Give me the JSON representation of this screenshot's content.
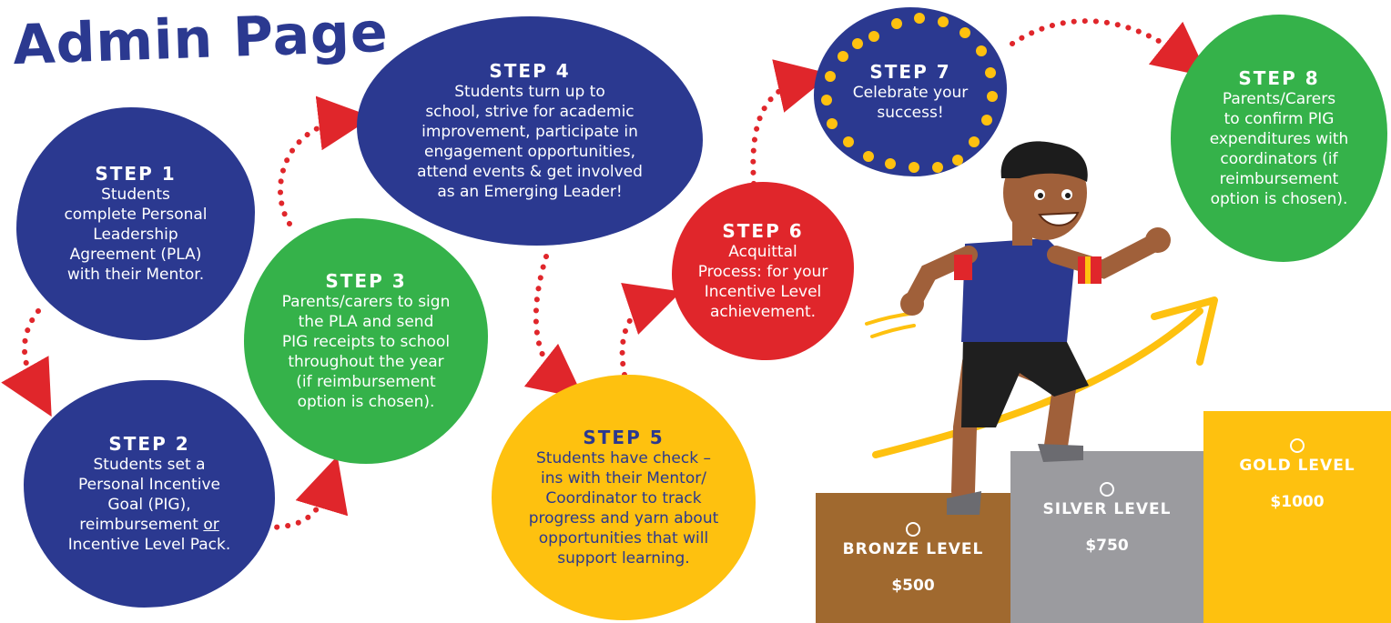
{
  "title": "Admin Page",
  "colors": {
    "navy": "#2b3990",
    "green": "#35b24a",
    "yellow": "#fec10f",
    "red": "#e0262b",
    "bronze": "#a0692f",
    "silver": "#9b9b9f",
    "gold": "#fec10f"
  },
  "steps": [
    {
      "label": "STEP 1",
      "text": "Students\ncomplete Personal\nLeadership\nAgreement (PLA)\nwith their Mentor."
    },
    {
      "label": "STEP 2",
      "text_before": "Students set a\nPersonal Incentive\nGoal (PIG),\nreimbursement ",
      "text_underline": "or",
      "text_after": "\nIncentive Level Pack."
    },
    {
      "label": "STEP 3",
      "text": "Parents/carers to sign\nthe PLA and send\nPIG receipts to school\nthroughout the year\n(if reimbursement\noption is chosen)."
    },
    {
      "label": "STEP 4",
      "text": "Students turn up to\nschool, strive for academic\nimprovement, participate in\nengagement opportunities,\nattend events & get involved\nas an Emerging Leader!"
    },
    {
      "label": "STEP 5",
      "text": "Students have check –\nins with their Mentor/\nCoordinator to track\nprogress and yarn about\nopportunities that will\nsupport learning."
    },
    {
      "label": "STEP 6",
      "text": "Acquittal\nProcess: for your\nIncentive Level\nachievement."
    },
    {
      "label": "STEP 7",
      "text": "Celebrate your\nsuccess!"
    },
    {
      "label": "STEP 8",
      "text": "Parents/Carers\nto confirm PIG\nexpenditures with\ncoordinators (if\nreimbursement\noption is chosen)."
    }
  ],
  "levels": [
    {
      "name": "BRONZE LEVEL",
      "amount": "$500"
    },
    {
      "name": "SILVER LEVEL",
      "amount": "$750"
    },
    {
      "name": "GOLD LEVEL",
      "amount": "$1000"
    }
  ]
}
